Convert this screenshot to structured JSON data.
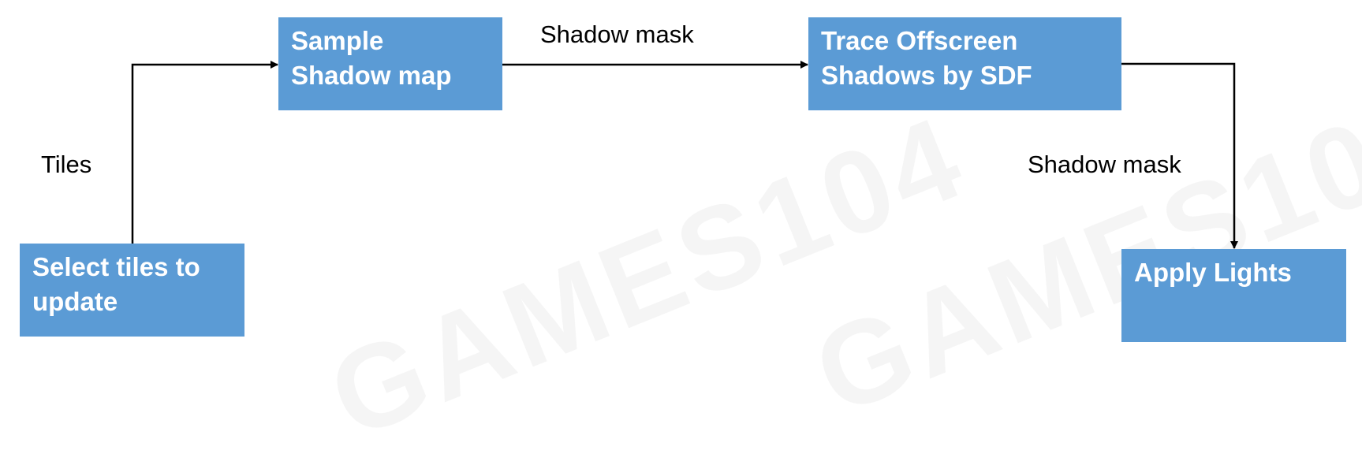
{
  "diagram": {
    "watermark": "GAMES104",
    "nodes": {
      "select_tiles": [
        "Select tiles to",
        "update"
      ],
      "sample_shadow": [
        "Sample",
        "Shadow map"
      ],
      "trace_offscreen": [
        "Trace Offscreen",
        "Shadows by SDF"
      ],
      "apply_lights": [
        "Apply Lights"
      ]
    },
    "edges": {
      "tiles": "Tiles",
      "shadow_mask_1": "Shadow mask",
      "shadow_mask_2": "Shadow mask"
    }
  },
  "colors": {
    "box_fill": "#5b9bd5",
    "box_text": "#ffffff",
    "line": "#000000"
  }
}
